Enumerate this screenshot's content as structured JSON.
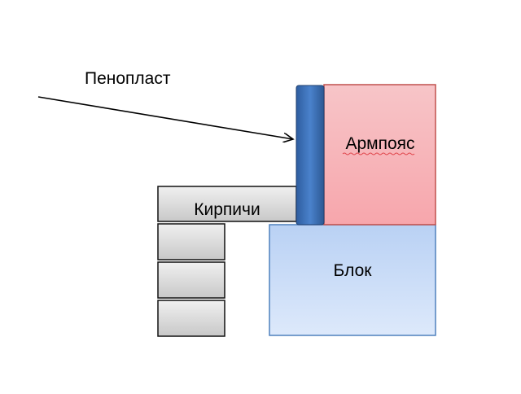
{
  "labels": {
    "foam": "Пенопласт",
    "belt": "Армпояс",
    "bricks": "Кирпичи",
    "block": "Блок"
  },
  "colors": {
    "belt_fill": "#f9aeb4",
    "belt_stroke": "#c0504d",
    "block_fill": "#c6dbf9",
    "block_stroke": "#4f81bd",
    "foam_fill": "#3f73b9",
    "brick_fill": "#dcdcdc",
    "arrow": "#000000"
  }
}
